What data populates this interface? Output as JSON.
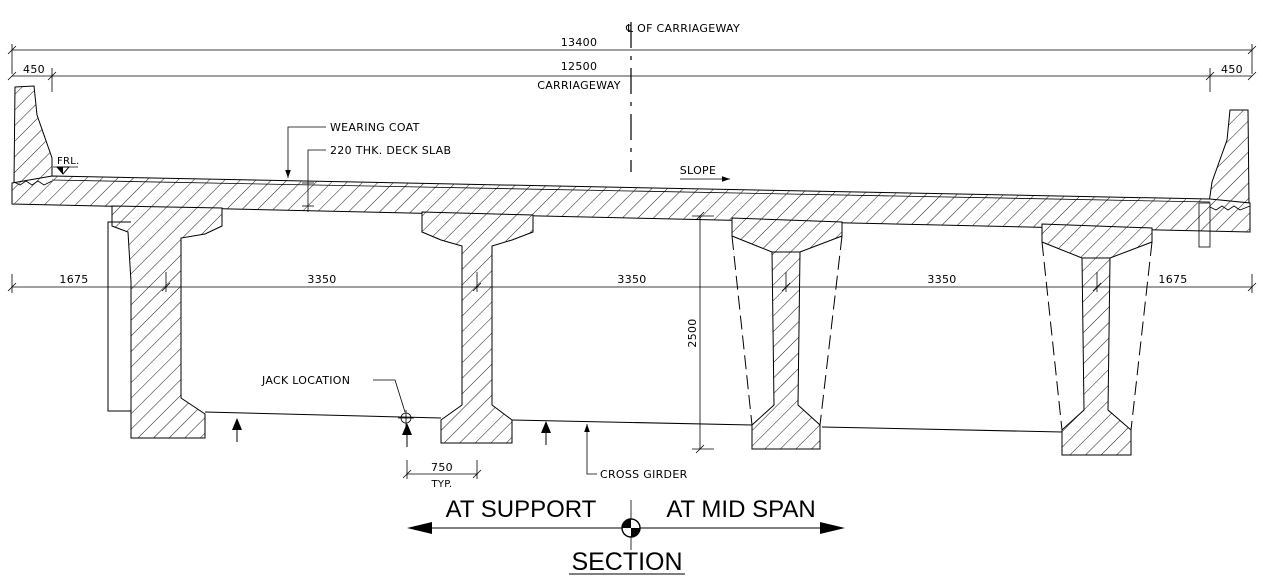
{
  "labels": {
    "centerline": "℄ OF CARRIAGEWAY",
    "overall_width": "13400",
    "carriageway_width": "12500",
    "carriageway": "CARRIAGEWAY",
    "left_crash_barrier": "450",
    "right_crash_barrier": "450",
    "wearing_coat": "WEARING COAT",
    "deck_slab": "220 THK. DECK SLAB",
    "frl": "FRL.",
    "slope": "SLOPE",
    "girder_spacing_1": "1675",
    "girder_spacing_2": "3350",
    "girder_spacing_3": "3350",
    "girder_spacing_4": "3350",
    "girder_spacing_5": "1675",
    "girder_depth": "2500",
    "jack_location": "JACK LOCATION",
    "jack_spacing": "750",
    "typical": "TYP.",
    "cross_girder": "CROSS GIRDER",
    "at_support": "AT SUPPORT",
    "at_mid_span": "AT MID SPAN",
    "section": "SECTION"
  }
}
